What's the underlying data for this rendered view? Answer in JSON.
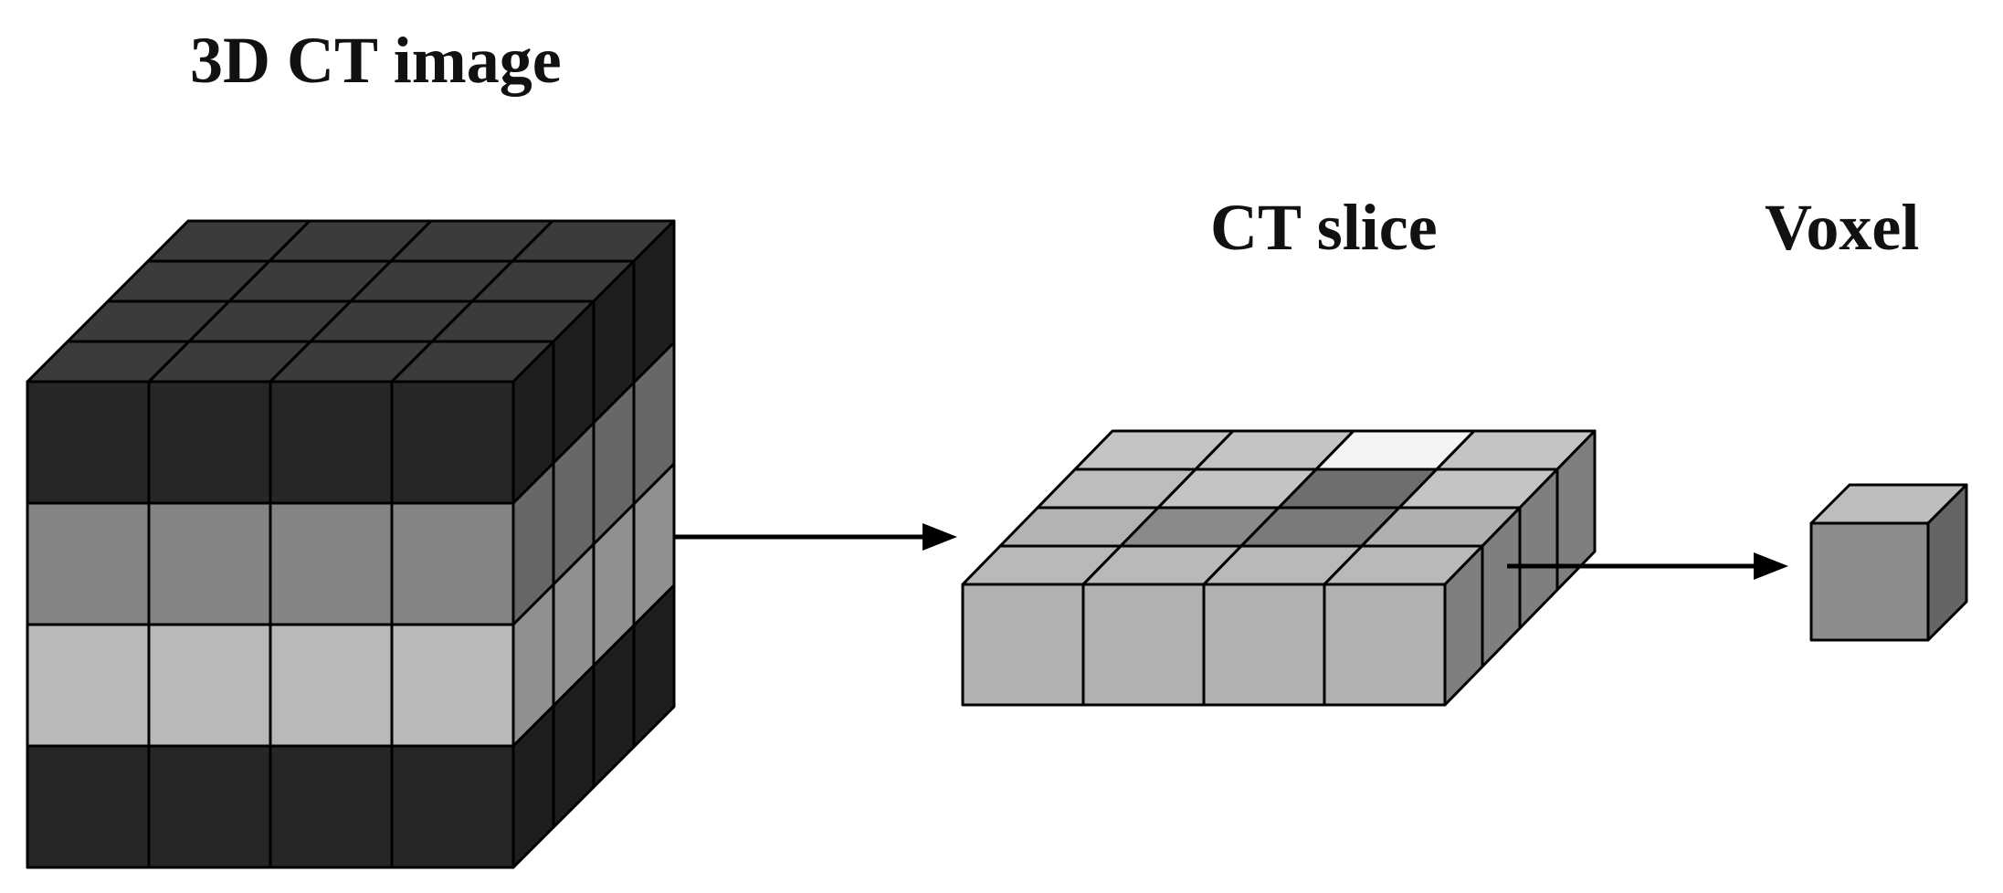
{
  "labels": {
    "volume": "3D CT image",
    "slice": "CT slice",
    "voxel": "Voxel"
  },
  "colors": {
    "background": "#ffffff",
    "stroke": "#000000",
    "arrow": "#000000",
    "cube_layers_top_to_bottom": [
      "#262626",
      "#848484",
      "#b9b9b9",
      "#262626"
    ],
    "slice_top_grid": [
      [
        "#c4c4c4",
        "#c4c4c4",
        "#f4f4f4",
        "#c4c4c4"
      ],
      [
        "#bdbdbd",
        "#c4c4c4",
        "#6e6e6e",
        "#c4c4c4"
      ],
      [
        "#b3b3b3",
        "#8a8a8a",
        "#7a7a7a",
        "#b0b0b0"
      ],
      [
        "#b9b9b9",
        "#b9b9b9",
        "#b9b9b9",
        "#b9b9b9"
      ]
    ],
    "slice_front": "#b1b1b1",
    "voxel": "#8c8c8c"
  }
}
